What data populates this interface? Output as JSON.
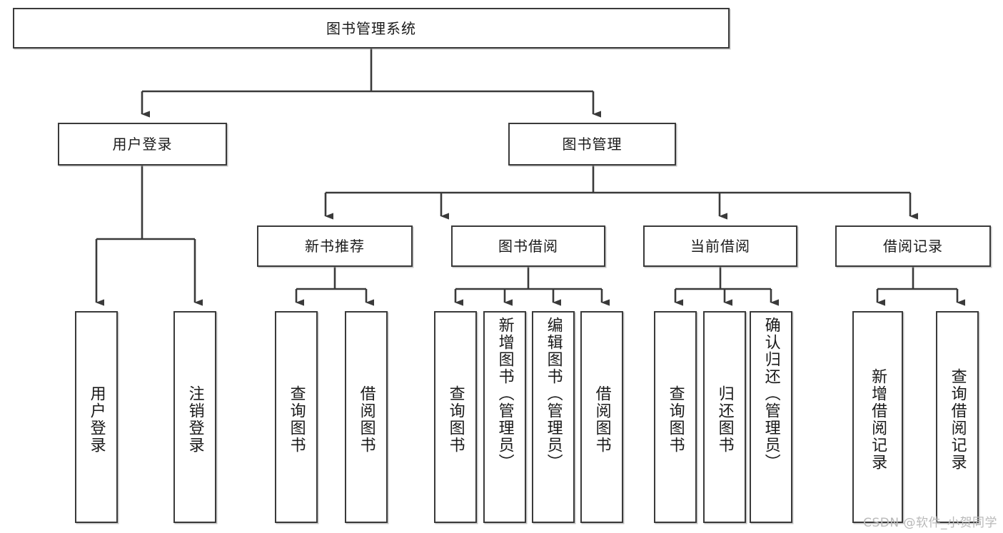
{
  "diagram": {
    "title": "图书管理系统",
    "watermark": "CSDN @软件_小贺同学",
    "colors": {
      "box_border": "#3a3a3a",
      "box_fill": "#ffffff",
      "wire": "#3a3a3a",
      "text": "#1a1a1a",
      "watermark": "#b9b9b9",
      "background": "#ffffff"
    },
    "root": {
      "label": "图书管理系统"
    },
    "level2": [
      {
        "label": "用户登录"
      },
      {
        "label": "图书管理"
      }
    ],
    "level3": [
      {
        "label": "新书推荐"
      },
      {
        "label": "图书借阅"
      },
      {
        "label": "当前借阅"
      },
      {
        "label": "借阅记录"
      }
    ],
    "leaves": {
      "user_login": [
        {
          "label": "用户登录"
        },
        {
          "label": "注销登录"
        }
      ],
      "new_book": [
        {
          "label": "查询图书"
        },
        {
          "label": "借阅图书"
        }
      ],
      "book_borrow": [
        {
          "label": "查询图书"
        },
        {
          "label": "新增图书（管理员）"
        },
        {
          "label": "编辑图书（管理员）"
        },
        {
          "label": "借阅图书"
        }
      ],
      "current_borrow": [
        {
          "label": "查询图书"
        },
        {
          "label": "归还图书"
        },
        {
          "label": "确认归还（管理员）"
        }
      ],
      "borrow_record": [
        {
          "label": "新增借阅记录"
        },
        {
          "label": "查询借阅记录"
        }
      ]
    }
  }
}
